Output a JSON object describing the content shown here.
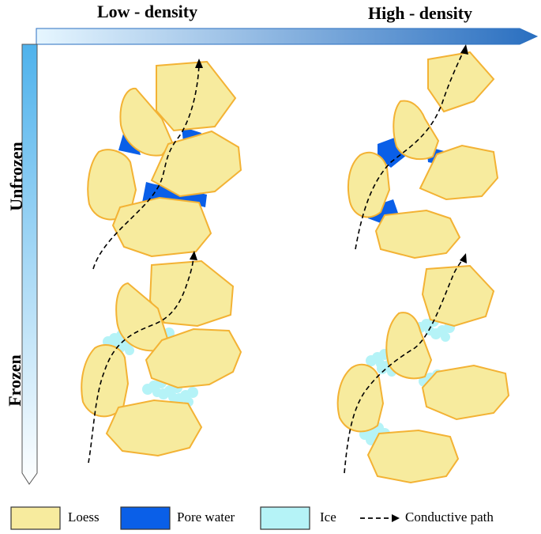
{
  "headers": {
    "low_density": "Low - density",
    "high_density": "High - density"
  },
  "rows": {
    "unfrozen": "Unfrozen",
    "frozen": "Frozen"
  },
  "legend": {
    "loess": "Loess",
    "pore_water": "Pore water",
    "ice": "Ice",
    "conductive_path": "Conductive path"
  },
  "colors": {
    "loess_fill": "#f7eb9e",
    "loess_stroke": "#f3b234",
    "pore_water": "#0a5fe8",
    "ice": "#b5f3f7",
    "arrow_dark": "#1e6bb8",
    "arrow_light": "#cfeeff"
  }
}
